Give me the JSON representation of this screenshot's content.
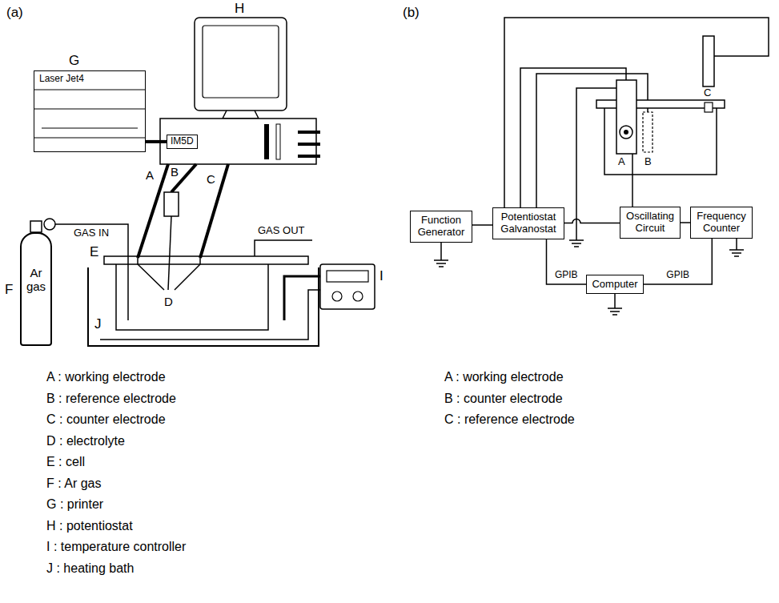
{
  "diagram": {
    "nodes": [
      {
        "text": [
          "Laser Jet4"
        ]
      },
      {
        "text": [
          "IM5D"
        ]
      },
      {
        "text": [
          "Ar gas"
        ]
      },
      {
        "text": [
          "Function Generator"
        ]
      },
      {
        "text": [
          "Potentiostat Galvanostat"
        ]
      },
      {
        "text": [
          "Oscillating Circuit"
        ]
      },
      {
        "text": [
          "Frequency Counter"
        ]
      },
      {
        "text": [
          "Computer"
        ]
      }
    ],
    "edges": [
      {
        "from": 0,
        "to": 1,
        "arrow": "none"
      },
      {
        "from": 3,
        "to": 4,
        "arrow": "none"
      },
      {
        "from": 4,
        "to": 5,
        "arrow": "none"
      },
      {
        "from": 5,
        "to": 6,
        "arrow": "none"
      },
      {
        "from": 4,
        "to": 7,
        "label": "GPIB",
        "arrow": "none"
      },
      {
        "from": 7,
        "to": 6,
        "label": "GPIB",
        "arrow": "none"
      }
    ],
    "labels": [
      "(a)",
      "H",
      "G",
      "A",
      "B",
      "C",
      "GAS IN",
      "GAS OUT",
      "E",
      "F",
      "D",
      "J",
      "I",
      "A : working electrode",
      "B : reference electrode",
      "C : counter electrode",
      "D : electrolyte",
      "E : cell",
      "F : Ar gas",
      "G : printer",
      "H : potentiostat",
      "I : temperature controller",
      "J : heating bath",
      "(b)",
      "A",
      "B",
      "C",
      "A : working electrode",
      "B : counter electrode",
      "C : reference electrode"
    ]
  }
}
